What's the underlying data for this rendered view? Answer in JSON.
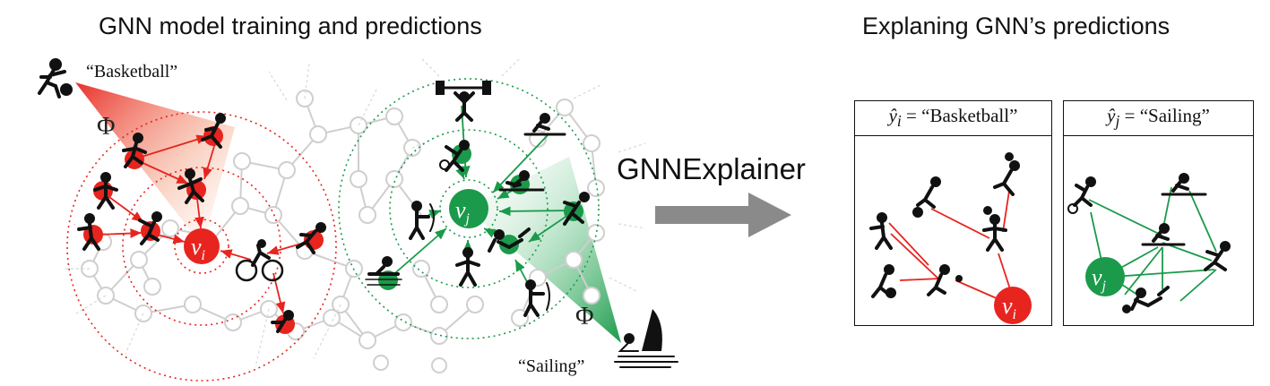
{
  "titles": {
    "left": "GNN model training and predictions",
    "right": "Explaning GNN’s predictions"
  },
  "labels": {
    "basketball": "“Basketball”",
    "sailing": "“Sailing”",
    "phi": "Φ",
    "explainer": "GNNExplainer",
    "node_vi": "v",
    "node_vi_sub": "i",
    "node_vj": "v",
    "node_vj_sub": "j"
  },
  "panels": {
    "i": {
      "yhat": "ŷ",
      "sub": "i",
      "eq": " = ",
      "value": "“Basketball”"
    },
    "j": {
      "yhat": "ŷ",
      "sub": "j",
      "eq": " = ",
      "value": "“Sailing”"
    }
  },
  "colors": {
    "red": "#e8241f",
    "green": "#1a9a4a",
    "gray_edge": "#c8c8c8",
    "arrow": "#8a8a8a",
    "ink": "#111111"
  },
  "icons": [
    "basketball-player-icon",
    "cyclist-icon",
    "sailboat-icon",
    "weightlifter-icon",
    "rower-icon",
    "archer-icon",
    "tennis-player-icon",
    "runner-icon"
  ]
}
